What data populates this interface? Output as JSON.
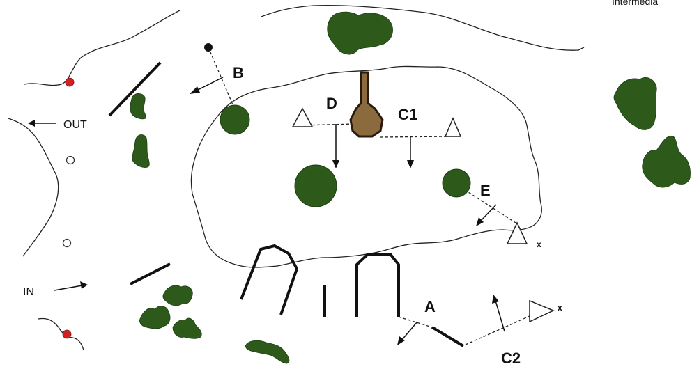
{
  "title": "Intermedia",
  "labels": {
    "B": "B",
    "D": "D",
    "C1": "C1",
    "E": "E",
    "A": "A",
    "C2": "C2",
    "out": "OUT",
    "in": "IN",
    "x1": "x",
    "x2": "x"
  },
  "colors": {
    "foliage": "#2d5a1b",
    "feature": "#8b6b3d",
    "feature_outline": "#2a1a0e",
    "marker_red": "#d42020",
    "ink": "#111111"
  },
  "icons": {
    "camera": "triangle",
    "tree": "filled-circle",
    "bush": "blob",
    "post": "dot"
  }
}
